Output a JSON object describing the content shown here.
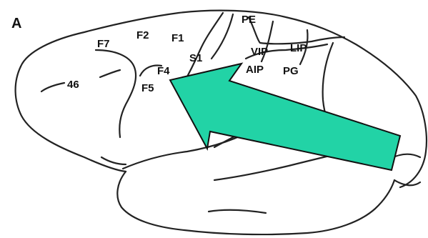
{
  "figure": {
    "panel_letter": "A",
    "labels": {
      "f7": "F7",
      "f2": "F2",
      "f1": "F1",
      "pe": "PE",
      "s1": "S1",
      "vip": "VIP",
      "lip": "LIP",
      "f4": "F4",
      "aip": "AIP",
      "pg": "PG",
      "f5": "F5",
      "area46": "46"
    },
    "arrow": {
      "color": "#22d3a6",
      "direction": "toward-F4-F5",
      "outline": "#111111"
    }
  }
}
